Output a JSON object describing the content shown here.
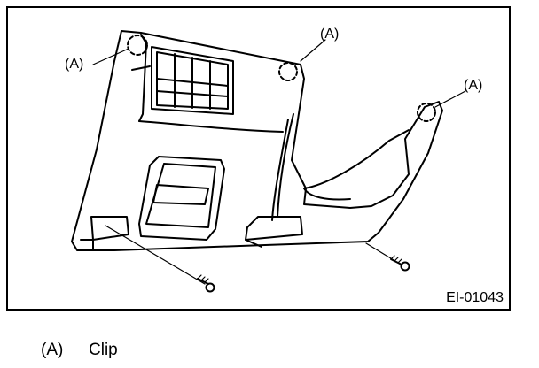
{
  "figure": {
    "callouts": [
      {
        "id": "callout-left",
        "text": "(A)"
      },
      {
        "id": "callout-top",
        "text": "(A)"
      },
      {
        "id": "callout-right",
        "text": "(A)"
      }
    ],
    "figure_id": "EI-01043"
  },
  "legend": {
    "key": "(A)",
    "description": "Clip"
  }
}
